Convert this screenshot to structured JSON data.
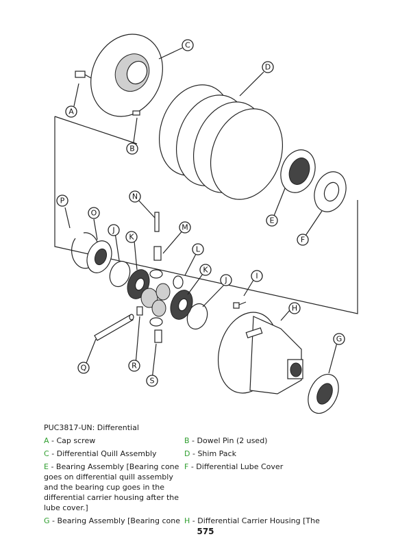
{
  "figure": {
    "callout_letters": [
      "A",
      "B",
      "C",
      "D",
      "E",
      "F",
      "G",
      "H",
      "I",
      "J",
      "K",
      "L",
      "M",
      "N",
      "O",
      "P",
      "Q",
      "R",
      "S"
    ]
  },
  "caption": "PUC3817-UN: Differential",
  "legend": [
    {
      "letter": "A",
      "text": "- Cap screw"
    },
    {
      "letter": "B",
      "text": "- Dowel Pin (2 used)"
    },
    {
      "letter": "C",
      "text": "- Differential Quill Assembly"
    },
    {
      "letter": "D",
      "text": "- Shim Pack"
    },
    {
      "letter": "E",
      "text": "- Bearing Assembly [Bearing cone goes on differential quill assembly and the bearing cup goes in the differential carrier housing after the lube cover.]"
    },
    {
      "letter": "F",
      "text": "- Differential Lube Cover"
    },
    {
      "letter": "G",
      "text": "- Bearing Assembly [Bearing cone"
    },
    {
      "letter": "H",
      "text": "- Differential Carrier Housing [The"
    }
  ],
  "page_number": "575"
}
